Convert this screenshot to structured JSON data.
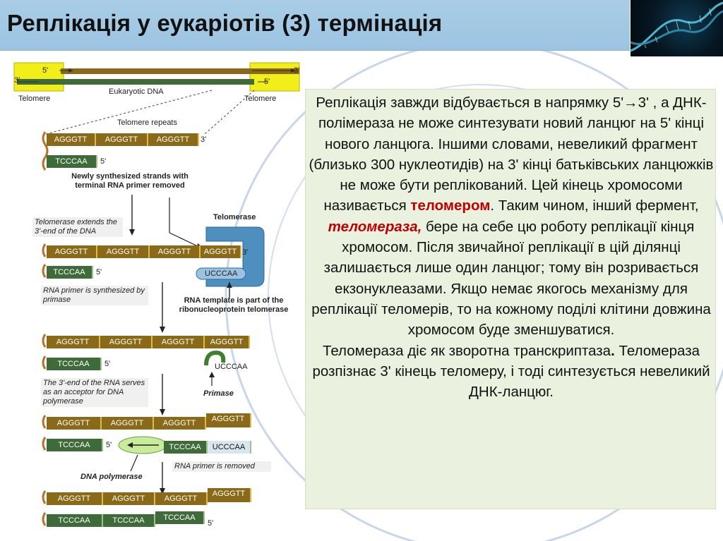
{
  "header": {
    "title": "Реплікація у еукаріотів (3) термінація",
    "thumbnail_icon": "dna-helix-image"
  },
  "diagram": {
    "end_labels": {
      "five": "5'",
      "three": "3'"
    },
    "telomere_left": "Telomere",
    "telomere_right": "Telomere",
    "eukaryotic_dna": "Eukaryotic DNA",
    "telomere_repeats": "Telomere repeats",
    "repeat_top": "AGGGTT",
    "repeat_bottom": "TCCCAA",
    "newly_synthesized": "Newly synthesized strands with terminal RNA primer removed",
    "telomerase_extends": "Telomerase extends the 3'-end of the DNA",
    "telomerase": "Telomerase",
    "ucccaa": "UCCCAA",
    "rna_primer_synth": "RNA primer is synthesized by primase",
    "rna_template": "RNA template is part of the ribonucleoprotein telomerase",
    "rna_acceptor": "The 3'-end of the RNA serves as an acceptor for DNA polymerase",
    "primase": "Primase",
    "dna_polymerase": "DNA polymerase",
    "rna_primer_removed": "RNA primer is removed"
  },
  "panel": {
    "p1_a": "Реплікація завжди відбувається в напрямку 5'→3' , а ДНК-полімераза не може синтезувати новий ланцюг на 5' кінці нового ланцюга. Іншими словами, невеликий фрагмент (близько 300 нуклеотидів) на 3' кінці батьківських ланцюжків не може бути реплікований. Цей кінець хромосоми називається ",
    "p1_telomer": "теломером",
    "p1_b": ". Таким чином, інший фермент, ",
    "p1_telomerase": "теломераза,",
    "p1_c": " бере на себе цю роботу реплікації кінця хромосом. Після звичайної реплікації в цій ділянці залишається лише один ланцюг; тому він розривається екзонуклеазами. Якщо немає якогось механізму для реплікації теломерів, то на кожному поділі клітини довжина хромосом буде зменшуватися.",
    "p2_a": "Теломераза діє як зворотна транскриптаза",
    "p2_dot": ".",
    "p2_b": " Теломераза розпізнає 3' кінець теломеру, і тоді синтезується невеликий ДНК-ланцюг."
  },
  "colors": {
    "title_bar": "#a9cde6",
    "panel_bg": "#eaf1de",
    "highlight": "#c00000",
    "strand_top": "#8a6a18",
    "strand_bottom": "#3f6b3b",
    "telomere_yellow": "#f2ee1a",
    "telomerase_blue": "#4f8fc0"
  }
}
